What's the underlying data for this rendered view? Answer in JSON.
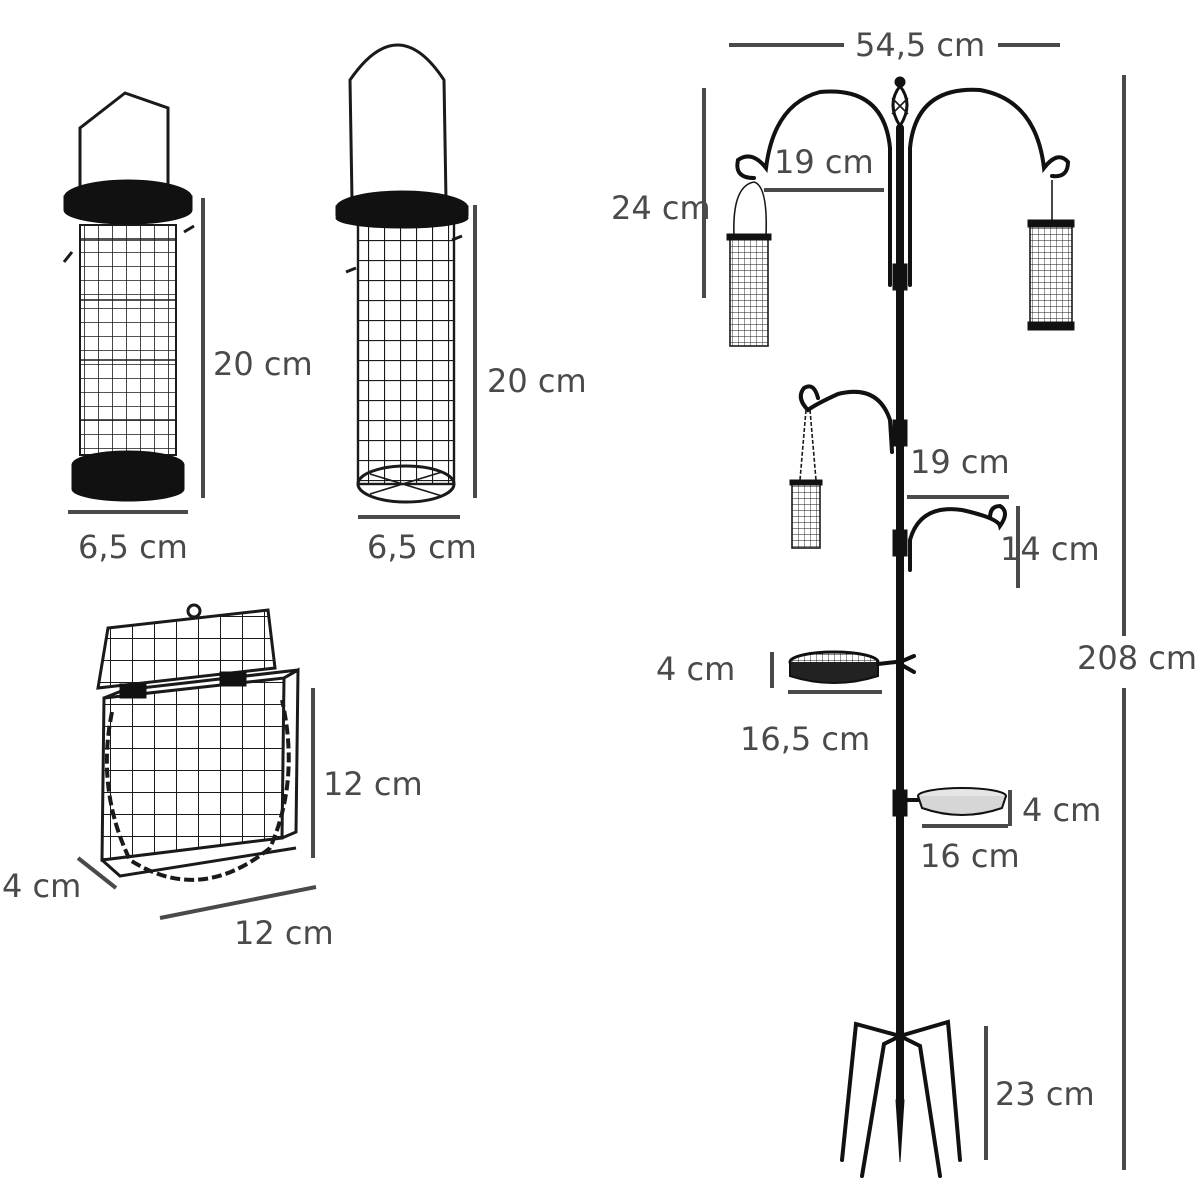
{
  "labels": {
    "feeder1_height": "20 cm",
    "feeder1_diameter": "6,5 cm",
    "feeder2_height": "20 cm",
    "feeder2_diameter": "6,5 cm",
    "suet_height": "12 cm",
    "suet_width": "12 cm",
    "suet_depth": "4 cm",
    "station_top_width": "54,5 cm",
    "upper_hook_length": "19 cm",
    "upper_hook_height": "24 cm",
    "middle_hook_length": "19 cm",
    "small_hook_height": "14 cm",
    "mesh_tray_height": "4 cm",
    "mesh_tray_diameter": "16,5 cm",
    "water_dish_height": "4 cm",
    "water_dish_diameter": "16 cm",
    "total_height": "208 cm",
    "stake_height": "23 cm"
  },
  "colors": {
    "dimension_line": "#4a4a4a",
    "metal": "#111111",
    "dish": "#e6e6e6"
  }
}
